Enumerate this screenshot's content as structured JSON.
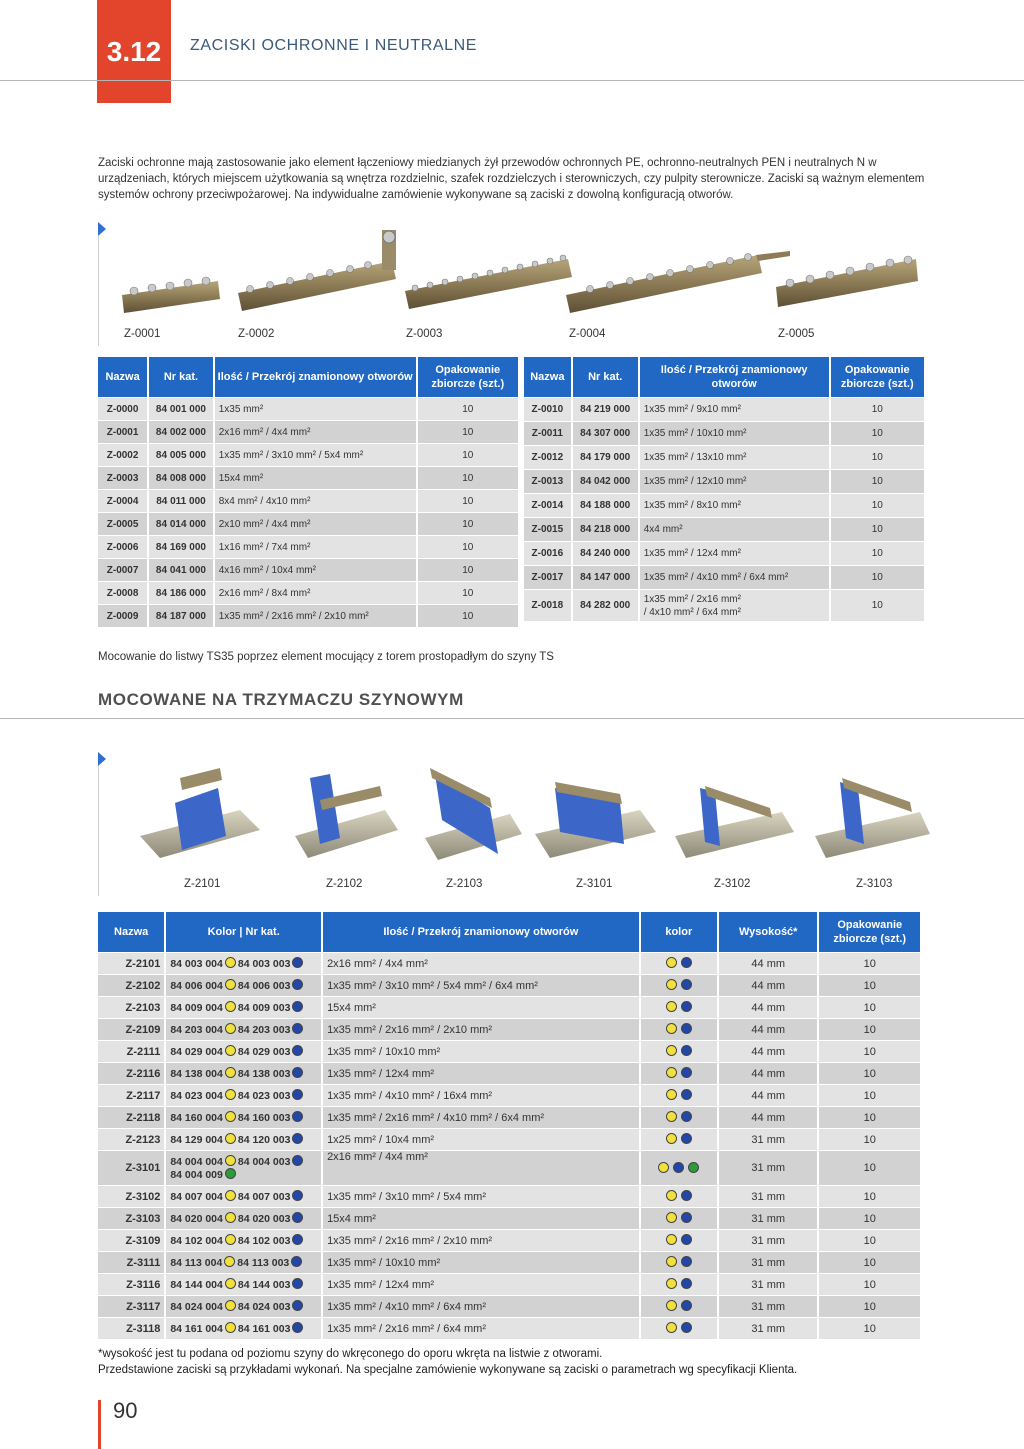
{
  "header": {
    "section_number": "3.12",
    "title": "ZACISKI OCHRONNE I NEUTRALNE"
  },
  "intro": "Zaciski ochronne mają zastosowanie jako element łączeniowy miedzianych żył przewodów ochronnych PE, ochronno-neutralnych PEN i neutralnych N w urządzeniach, których miejscem użytkowania są wnętrza rozdzielnic, szafek rozdzielczych i sterowniczych, czy pulpity sterownicze. Zaciski są ważnym elementem systemów ochrony przeciwpożarowej. Na indywidualne zamówienie wykonywane są zaciski z dowolną konfiguracją otworów.",
  "products_top": [
    "Z-0001",
    "Z-0002",
    "Z-0003",
    "Z-0004",
    "Z-0005"
  ],
  "table1": {
    "headers": {
      "name": "Nazwa",
      "cat": "Nr kat.",
      "qty": "Ilość / Przekrój znamionowy otworów",
      "pack": "Opakowanie zbiorcze (szt.)"
    },
    "left": [
      {
        "name": "Z-0000",
        "cat": "84 001 000",
        "qty": "1x35 mm²",
        "pack": "10"
      },
      {
        "name": "Z-0001",
        "cat": "84 002 000",
        "qty": "2x16 mm² / 4x4 mm²",
        "pack": "10"
      },
      {
        "name": "Z-0002",
        "cat": "84 005 000",
        "qty": "1x35 mm² / 3x10 mm² / 5x4 mm²",
        "pack": "10"
      },
      {
        "name": "Z-0003",
        "cat": "84 008 000",
        "qty": "15x4 mm²",
        "pack": "10"
      },
      {
        "name": "Z-0004",
        "cat": "84 011 000",
        "qty": "8x4 mm² / 4x10 mm²",
        "pack": "10"
      },
      {
        "name": "Z-0005",
        "cat": "84 014 000",
        "qty": "2x10 mm² / 4x4 mm²",
        "pack": "10"
      },
      {
        "name": "Z-0006",
        "cat": "84 169 000",
        "qty": "1x16 mm² / 7x4 mm²",
        "pack": "10"
      },
      {
        "name": "Z-0007",
        "cat": "84 041 000",
        "qty": "4x16 mm² / 10x4 mm²",
        "pack": "10"
      },
      {
        "name": "Z-0008",
        "cat": "84 186 000",
        "qty": "2x16 mm² / 8x4 mm²",
        "pack": "10"
      },
      {
        "name": "Z-0009",
        "cat": "84 187 000",
        "qty": "1x35 mm² / 2x16 mm² / 2x10 mm²",
        "pack": "10"
      }
    ],
    "right": [
      {
        "name": "Z-0010",
        "cat": "84 219 000",
        "qty": "1x35 mm² / 9x10 mm²",
        "pack": "10"
      },
      {
        "name": "Z-0011",
        "cat": "84 307 000",
        "qty": "1x35 mm² / 10x10 mm²",
        "pack": "10"
      },
      {
        "name": "Z-0012",
        "cat": "84 179 000",
        "qty": "1x35 mm² / 13x10 mm²",
        "pack": "10"
      },
      {
        "name": "Z-0013",
        "cat": "84 042 000",
        "qty": "1x35 mm² / 12x10 mm²",
        "pack": "10"
      },
      {
        "name": "Z-0014",
        "cat": "84 188 000",
        "qty": "1x35 mm² / 8x10 mm²",
        "pack": "10"
      },
      {
        "name": "Z-0015",
        "cat": "84 218 000",
        "qty": "4x4 mm²",
        "pack": "10"
      },
      {
        "name": "Z-0016",
        "cat": "84 240 000",
        "qty": "1x35 mm² / 12x4 mm²",
        "pack": "10"
      },
      {
        "name": "Z-0017",
        "cat": "84 147 000",
        "qty": "1x35 mm² / 4x10 mm² / 6x4 mm²",
        "pack": "10"
      },
      {
        "name": "Z-0018",
        "cat": "84 282 000",
        "qty": "1x35 mm² / 2x16 mm²",
        "qty2": "/ 4x10 mm² / 6x4 mm²",
        "pack": "10"
      }
    ]
  },
  "mount_note": "Mocowanie do listwy TS35 poprzez element mocujący z torem prostopadłym do szyny TS",
  "subsection_title": "MOCOWANE NA TRZYMACZU SZYNOWYM",
  "products_bottom": [
    "Z-2101",
    "Z-2102",
    "Z-2103",
    "Z-3101",
    "Z-3102",
    "Z-3103"
  ],
  "table2": {
    "headers": {
      "name": "Nazwa",
      "color_cat": "Kolor | Nr kat.",
      "qty": "Ilość / Przekrój znamionowy otworów",
      "color": "kolor",
      "height": "Wysokość*",
      "pack": "Opakowanie zbiorcze (szt.)"
    },
    "rows": [
      {
        "name": "Z-2101",
        "cat_y": "84 003 004",
        "cat_b": "84 003 003",
        "qty": "2x16 mm² / 4x4 mm²",
        "height": "44 mm",
        "pack": "10"
      },
      {
        "name": "Z-2102",
        "cat_y": "84 006 004",
        "cat_b": "84 006 003",
        "qty": "1x35 mm² / 3x10 mm² / 5x4 mm² / 6x4 mm²",
        "height": "44 mm",
        "pack": "10"
      },
      {
        "name": "Z-2103",
        "cat_y": "84 009 004",
        "cat_b": "84 009 003",
        "qty": "15x4 mm²",
        "height": "44 mm",
        "pack": "10"
      },
      {
        "name": "Z-2109",
        "cat_y": "84 203 004",
        "cat_b": "84 203 003",
        "qty": "1x35 mm² / 2x16 mm² / 2x10 mm²",
        "height": "44 mm",
        "pack": "10"
      },
      {
        "name": "Z-2111",
        "cat_y": "84 029 004",
        "cat_b": "84 029 003",
        "qty": "1x35 mm² / 10x10 mm²",
        "height": "44 mm",
        "pack": "10"
      },
      {
        "name": "Z-2116",
        "cat_y": "84 138 004",
        "cat_b": "84 138 003",
        "qty": "1x35 mm² / 12x4 mm²",
        "height": "44 mm",
        "pack": "10"
      },
      {
        "name": "Z-2117",
        "cat_y": "84 023 004",
        "cat_b": "84 023 003",
        "qty": "1x35 mm² / 4x10 mm² / 16x4 mm²",
        "height": "44 mm",
        "pack": "10"
      },
      {
        "name": "Z-2118",
        "cat_y": "84 160 004",
        "cat_b": "84 160 003",
        "qty": "1x35 mm² / 2x16 mm² / 4x10 mm² / 6x4 mm²",
        "height": "44 mm",
        "pack": "10"
      },
      {
        "name": "Z-2123",
        "cat_y": "84 129 004",
        "cat_b": "84 120 003",
        "qty": "1x25 mm² / 10x4 mm²",
        "height": "31 mm",
        "pack": "10"
      },
      {
        "name": "Z-3101",
        "cat_y": "84 004 004",
        "cat_b": "84 004 003",
        "cat_g": "84 004 009",
        "qty": "2x16 mm² / 4x4 mm²",
        "height": "31 mm",
        "pack": "10"
      },
      {
        "name": "Z-3102",
        "cat_y": "84 007 004",
        "cat_b": "84 007 003",
        "qty": "1x35 mm² / 3x10 mm² / 5x4 mm²",
        "height": "31 mm",
        "pack": "10"
      },
      {
        "name": "Z-3103",
        "cat_y": "84 020 004",
        "cat_b": "84 020 003",
        "qty": "15x4 mm²",
        "height": "31 mm",
        "pack": "10"
      },
      {
        "name": "Z-3109",
        "cat_y": "84 102 004",
        "cat_b": "84 102 003",
        "qty": "1x35 mm² / 2x16 mm² / 2x10 mm²",
        "height": "31 mm",
        "pack": "10"
      },
      {
        "name": "Z-3111",
        "cat_y": "84 113 004",
        "cat_b": "84 113 003",
        "qty": "1x35 mm² / 10x10 mm²",
        "height": "31 mm",
        "pack": "10"
      },
      {
        "name": "Z-3116",
        "cat_y": "84 144 004",
        "cat_b": "84 144 003",
        "qty": "1x35 mm² / 12x4 mm²",
        "height": "31 mm",
        "pack": "10"
      },
      {
        "name": "Z-3117",
        "cat_y": "84 024 004",
        "cat_b": "84 024 003",
        "qty": "1x35 mm² / 4x10 mm² / 6x4 mm²",
        "height": "31 mm",
        "pack": "10"
      },
      {
        "name": "Z-3118",
        "cat_y": "84 161 004",
        "cat_b": "84 161 003",
        "qty": "1x35 mm² / 2x16 mm² / 6x4 mm²",
        "height": "31 mm",
        "pack": "10"
      }
    ]
  },
  "colors": {
    "yellow": "#f2e13a",
    "blue": "#2347a8",
    "green": "#2f9a3a",
    "accent": "#e2452c",
    "header_blue": "#2168c4"
  },
  "footnote_1": "*wysokość jest tu podana od poziomu szyny do wkręconego do oporu wkręta na listwie z otworami.",
  "footnote_2": "Przedstawione zaciski są przykładami wykonań. Na specjalne zamówienie wykonywane są zaciski o parametrach wg specyfikacji Klienta.",
  "page_number": "90"
}
